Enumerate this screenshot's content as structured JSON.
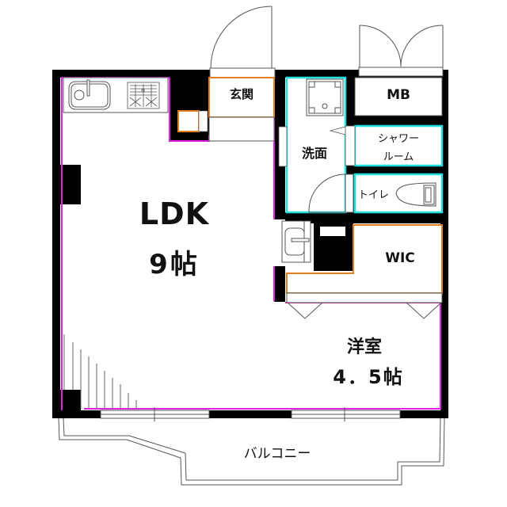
{
  "floor_plan": {
    "rooms": {
      "ldk": {
        "label": "LDK",
        "size": "9帖"
      },
      "genkan": {
        "label": "玄関"
      },
      "mb": {
        "label": "MB"
      },
      "senmen": {
        "label": "洗面"
      },
      "shower": {
        "label_line1": "シャワー",
        "label_line2": "ルーム"
      },
      "toilet": {
        "label": "トイレ"
      },
      "wic": {
        "label": "WIC"
      },
      "yoshitsu": {
        "label": "洋室",
        "size": "4．5帖"
      },
      "balcony": {
        "label": "バルコニー"
      }
    },
    "colors": {
      "wall": "#000000",
      "main_room_outline": "#e020e0",
      "wet_area_outline": "#20e0e0",
      "storage_outline": "#e08020",
      "fixture_line": "#555555"
    },
    "icons": [
      "kitchen-sink-icon",
      "stove-icon",
      "washing-machine-pan-icon",
      "toilet-icon",
      "wash-basin-icon",
      "entrance-door-icon",
      "mb-double-door-icon",
      "closet-folding-door-icon",
      "sliding-window-icon"
    ]
  }
}
